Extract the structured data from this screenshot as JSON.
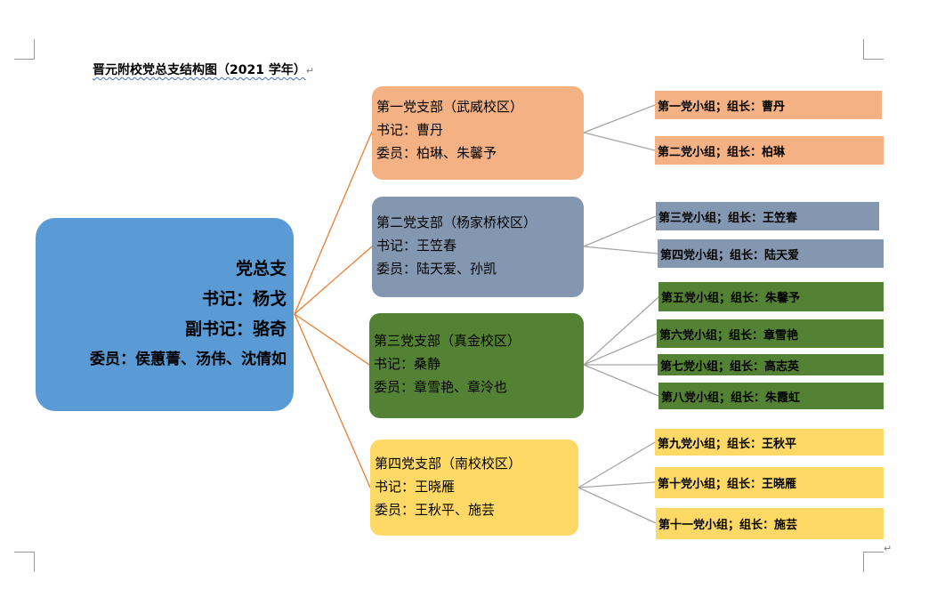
{
  "title": "晋元附校党总支结构图（2021 学年）",
  "root": {
    "lines": [
      "党总支",
      "书记：杨戈",
      "副书记：骆奇",
      "委员：侯蕙菁、汤伟、沈倩如"
    ]
  },
  "branches": [
    {
      "name": "第一党支部（武威校区）",
      "secretary": "书记：曹丹",
      "members": "委员：柏琳、朱馨予",
      "color": "#f4b183",
      "groups": [
        "第一党小组；组长：曹丹",
        "第二党小组；组长：柏琳"
      ]
    },
    {
      "name": "第二党支部（杨家桥校区）",
      "secretary": "书记：王笠春",
      "members": "委员：陆天爱、孙凯",
      "color": "#8497b0",
      "groups": [
        "第三党小组；组长：王笠春",
        "第四党小组；组长：陆天爱"
      ]
    },
    {
      "name": "第三党支部（真金校区）",
      "secretary": "书记：桑静",
      "members": "委员：章雪艳、章泠也",
      "color": "#548235",
      "groups": [
        "第五党小组；组长：朱馨予",
        "第六党小组；组长：章雪艳",
        "第七党小组；组长：高志英",
        "第八党小组；组长：朱霞虹"
      ]
    },
    {
      "name": "第四党支部（南校校区）",
      "secretary": "书记：王晓雁",
      "members": "委员：王秋平、施芸",
      "color": "#ffd966",
      "groups": [
        "第九党小组；组长：王秋平",
        "第十党小组；组长：王晓雁",
        "第十一党小组；组长：施芸"
      ]
    }
  ],
  "colors": {
    "root": "#5b9bd5",
    "root_connector": "#ed7d31",
    "group_connector": "#a6a6a6"
  },
  "icons": {
    "paragraph_mark": "↵"
  }
}
